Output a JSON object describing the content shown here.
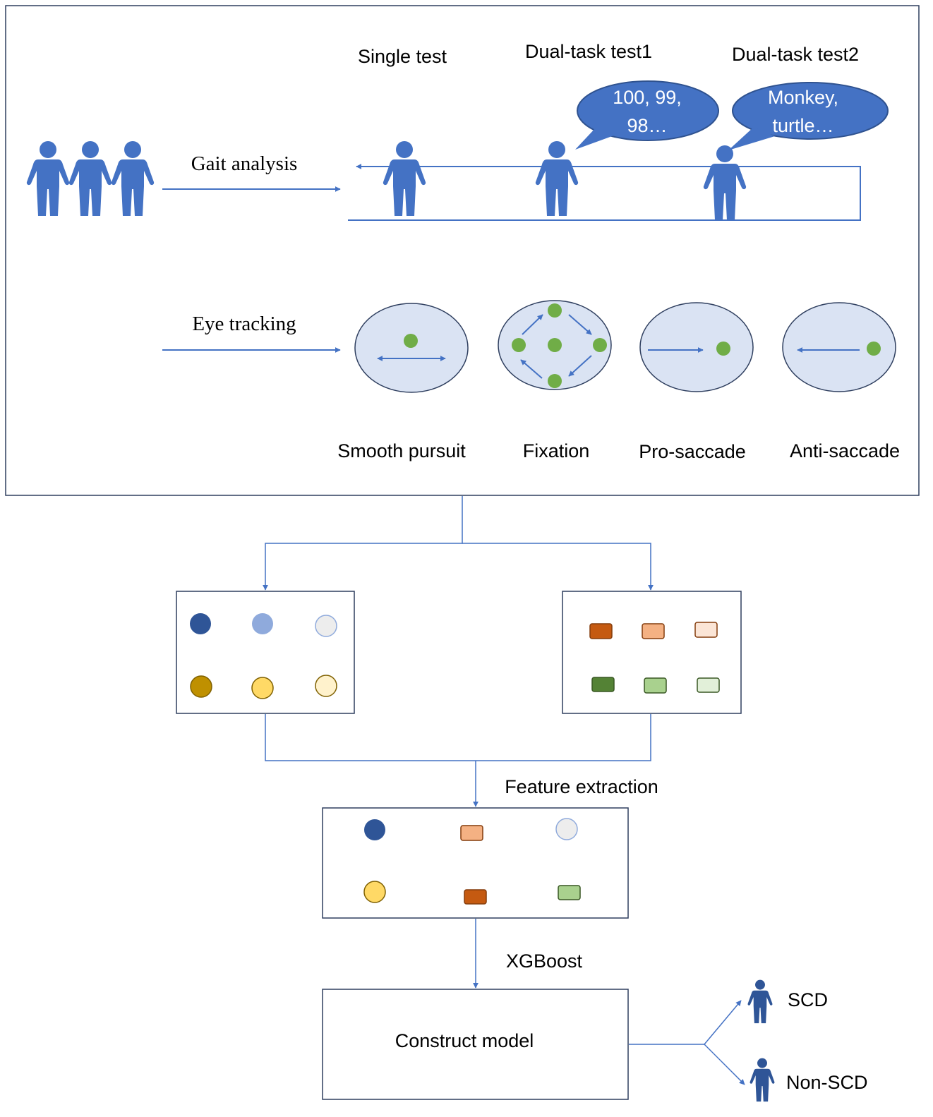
{
  "colors": {
    "line": "#4472c4",
    "person": "#4472c4",
    "ellipse_fill": "#dae3f3",
    "ellipse_stroke": "#2f3f5f",
    "dot": "#70ad47",
    "bubble_fill": "#4472c4",
    "bubble_stroke": "#2f528f",
    "person_dark": "#2f5597"
  },
  "top_panel": {
    "tests": [
      "Single test",
      "Dual-task test1",
      "Dual-task test2"
    ],
    "bubbles": [
      {
        "line1": "100,  99,",
        "line2": "98…"
      },
      {
        "line1": "Monkey,",
        "line2": "turtle…"
      }
    ],
    "gait_label": "Gait analysis",
    "eye_label": "Eye tracking",
    "eye_tasks": [
      "Smooth pursuit",
      "Fixation",
      "Pro-saccade",
      "Anti-saccade"
    ]
  },
  "features": {
    "left_box_colors": [
      "#2f5597",
      "#8faadc",
      "#ededed",
      "#bf9000",
      "#ffd966",
      "#fff2cc"
    ],
    "right_box_colors": [
      "#c55a11",
      "#f4b183",
      "#fbe5d6",
      "#548235",
      "#a9d18e",
      "#e2f0d9"
    ],
    "selected_colors": [
      "#2f5597",
      "#f4b183",
      "#ededed",
      "#ffd966",
      "#c55a11",
      "#a9d18e"
    ]
  },
  "steps": {
    "feature_extraction": "Feature extraction",
    "xgboost": "XGBoost",
    "construct_model": "Construct model"
  },
  "outcomes": [
    "SCD",
    "Non-SCD"
  ]
}
